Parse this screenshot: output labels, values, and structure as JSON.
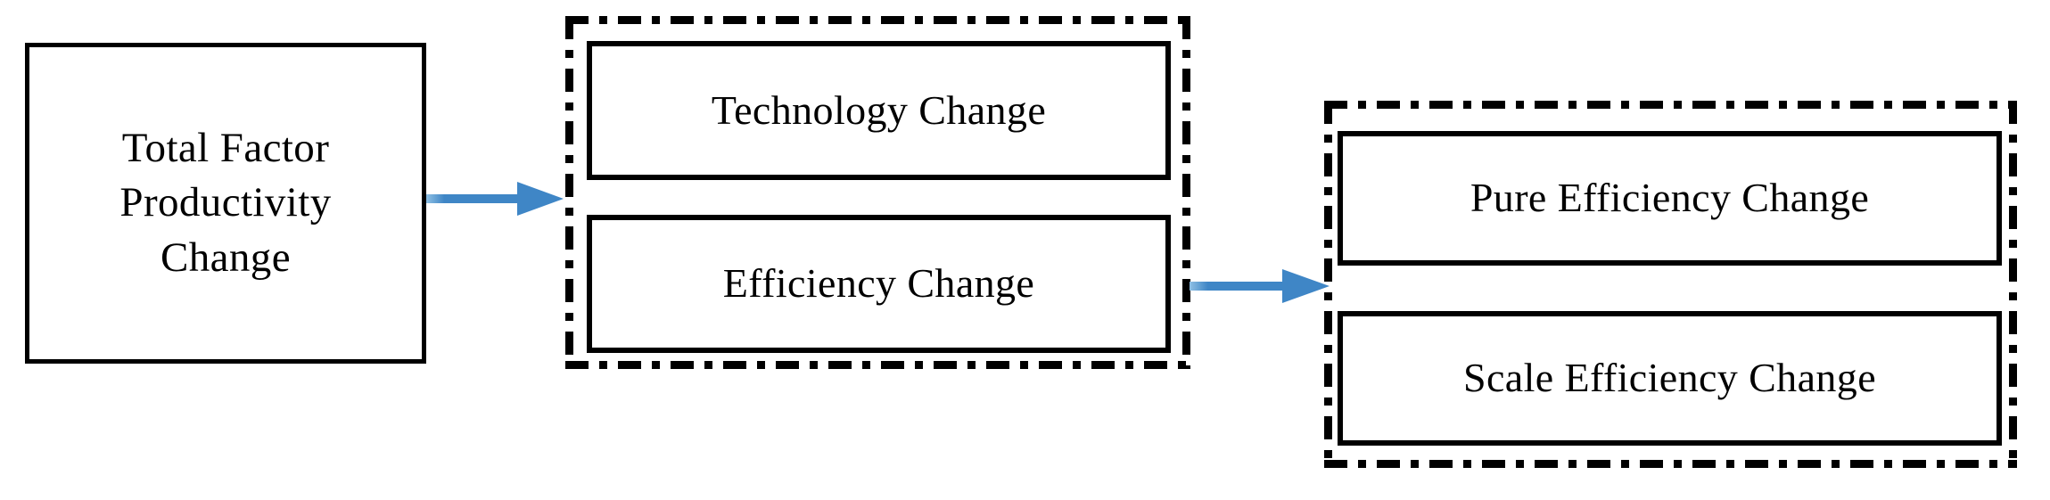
{
  "diagram": {
    "type": "flow-decomposition",
    "title_text": "",
    "accent_color": "#3f86c6",
    "line_color": "#000000",
    "background": "#ffffff",
    "nodes": {
      "root": {
        "label": "Total Factor\nProductivity\nChange",
        "style": "solid-box"
      },
      "technology_change": {
        "label": "Technology Change",
        "style": "solid-box"
      },
      "efficiency_change": {
        "label": "Efficiency Change",
        "style": "solid-box"
      },
      "pure_efficiency_change": {
        "label": "Pure Efficiency Change",
        "style": "solid-box"
      },
      "scale_efficiency_change": {
        "label": "Scale Efficiency Change",
        "style": "solid-box"
      }
    },
    "groups": {
      "middle": {
        "style": "dash-dot-box",
        "members": [
          "Technology Change",
          "Efficiency Change"
        ]
      },
      "right": {
        "style": "dash-dot-box",
        "members": [
          "Pure Efficiency Change",
          "Scale Efficiency Change"
        ]
      }
    },
    "arrows": [
      {
        "name": "root-to-middle-group",
        "from": "Total Factor Productivity Change",
        "to": "Technology Change / Efficiency Change",
        "color": "#3f86c6",
        "direction": "right"
      },
      {
        "name": "efficiency-to-right-group",
        "from": "Efficiency Change",
        "to": "Pure Efficiency Change / Scale Efficiency Change",
        "color": "#3f86c6",
        "direction": "right"
      }
    ]
  }
}
